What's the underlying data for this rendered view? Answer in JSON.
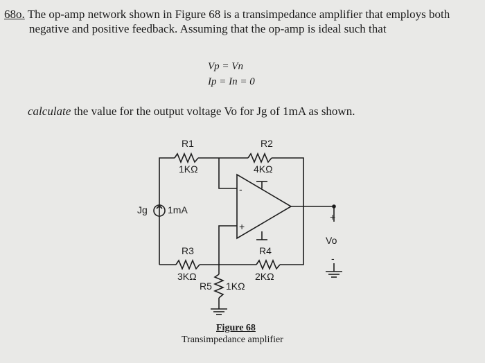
{
  "problem": {
    "number": "68o.",
    "line1": "The op-amp network shown in Figure 68 is a transimpedance amplifier that employs both",
    "line2": "negative and positive feedback. Assuming that the op-amp is ideal such that",
    "eq1": "Vp = Vn",
    "eq2": "Ip = In = 0",
    "calc_word": "calculate",
    "calc_rest": " the value for the output voltage Vo for Jg of 1mA as shown."
  },
  "circuit": {
    "R1": {
      "name": "R1",
      "value": "1KΩ"
    },
    "R2": {
      "name": "R2",
      "value": "4KΩ"
    },
    "R3": {
      "name": "R3",
      "value": "3KΩ"
    },
    "R4": {
      "name": "R4",
      "value": "2KΩ"
    },
    "R5": {
      "name": "R5",
      "value": "1KΩ"
    },
    "source": {
      "name": "Jg",
      "value": "1mA"
    },
    "output": {
      "name": "Vo",
      "plus": "+",
      "minus": "-"
    },
    "opamp": {
      "minus": "-",
      "plus": "+"
    }
  },
  "figure": {
    "title": "Figure 68",
    "caption": "Transimpedance amplifier"
  }
}
